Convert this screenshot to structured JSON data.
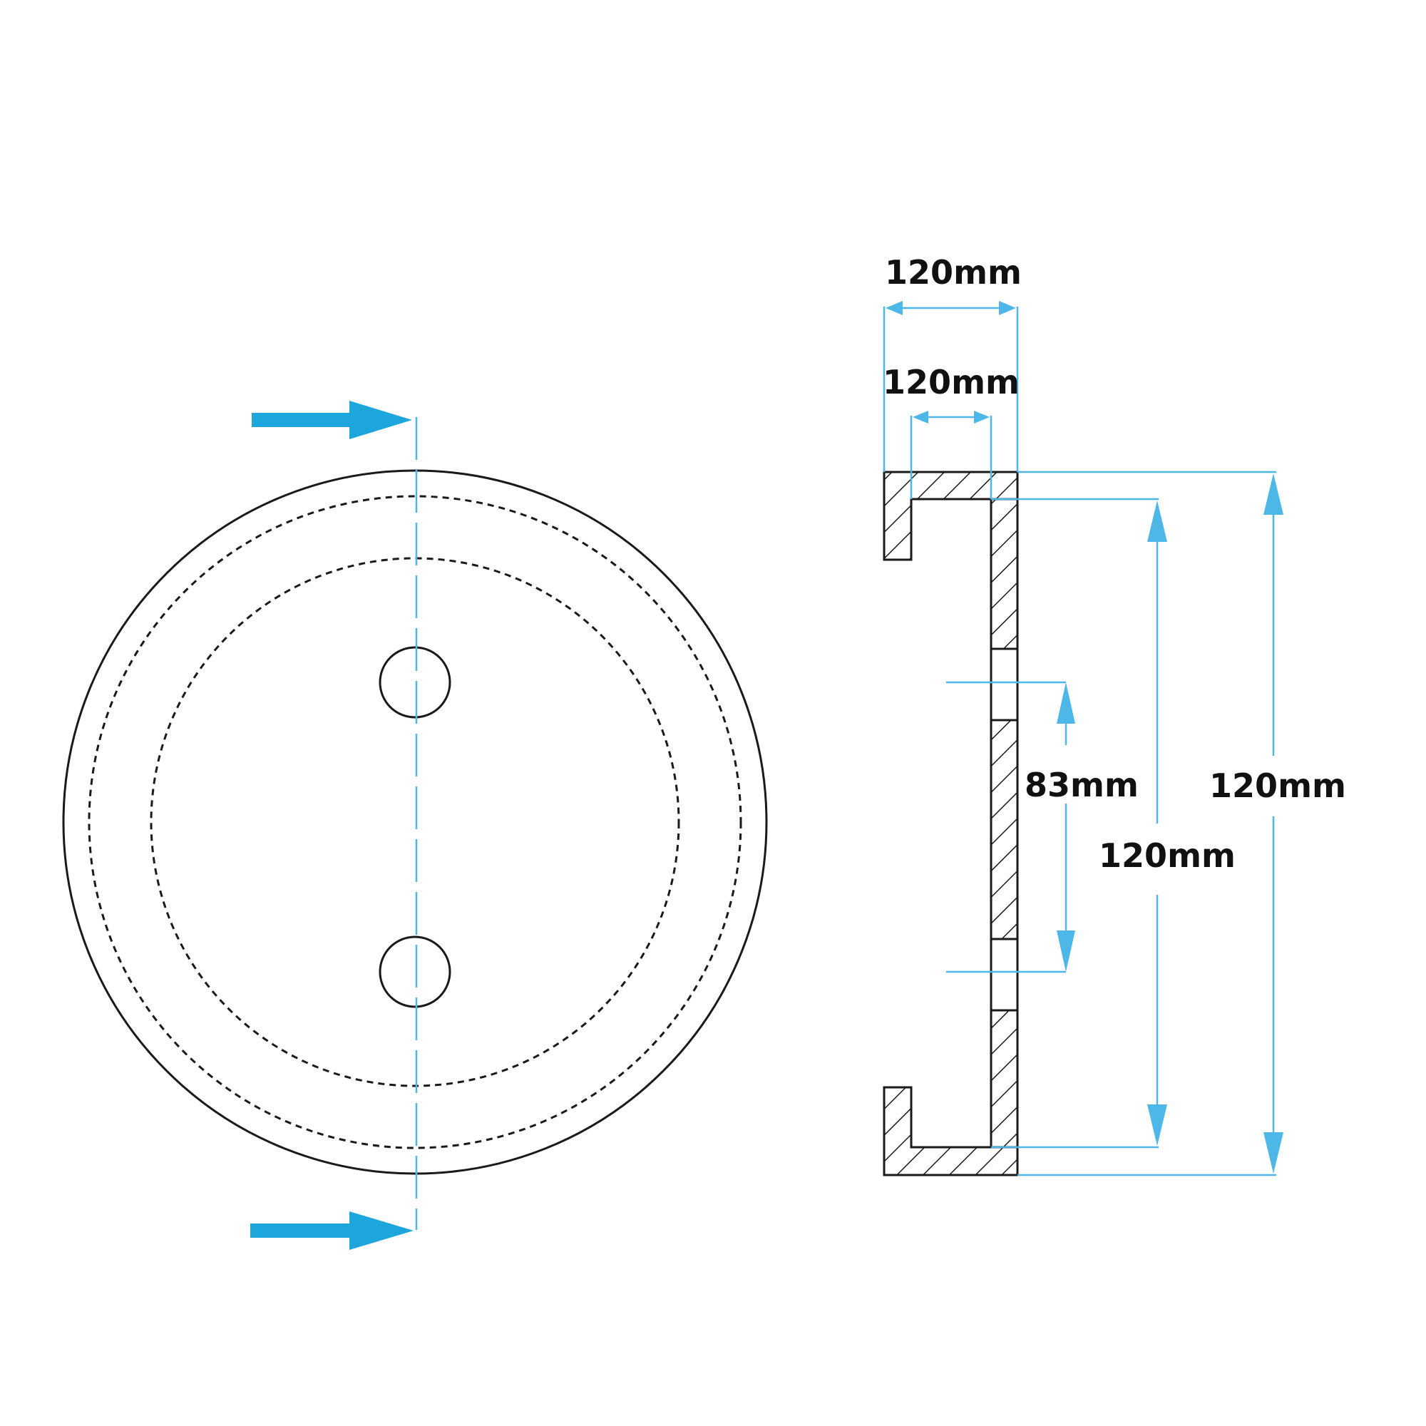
{
  "colors": {
    "dimension": "#4db8e8",
    "section_arrow": "#1da6dc",
    "outline": "#1a1a1a"
  },
  "dimensions": {
    "top_outer_width": "120mm",
    "top_inner_width": "120mm",
    "hole_spacing": "83mm",
    "inner_height": "120mm",
    "outer_height": "120mm"
  }
}
